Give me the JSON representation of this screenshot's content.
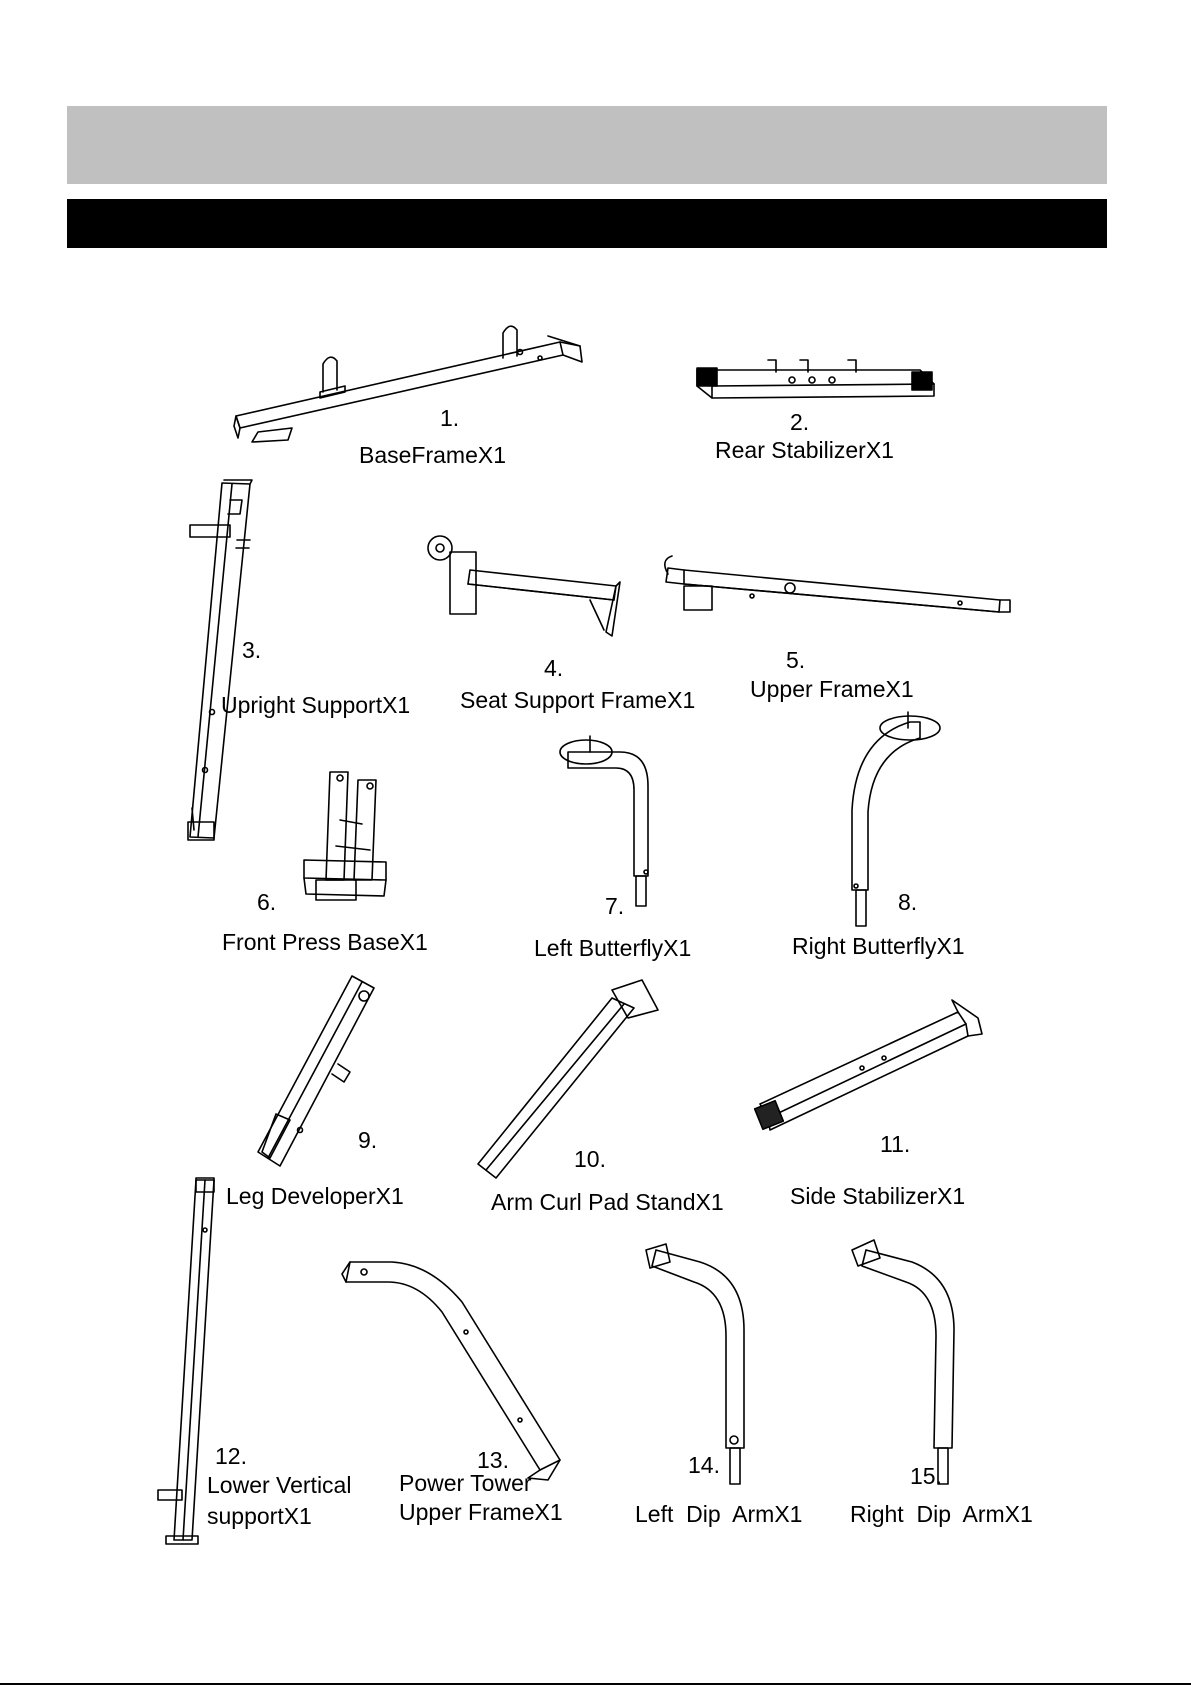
{
  "colors": {
    "header_band": "#c0c0c0",
    "title_bar": "#000000",
    "line": "#000000"
  },
  "parts": [
    {
      "number": "1.",
      "name": [
        "BaseFrameX1"
      ]
    },
    {
      "number": "2.",
      "name": [
        "Rear StabilizerX1"
      ]
    },
    {
      "number": "3.",
      "name": [
        "Upright SupportX1"
      ]
    },
    {
      "number": "4.",
      "name": [
        "Seat Support FrameX1"
      ]
    },
    {
      "number": "5.",
      "name": [
        "Upper FrameX1"
      ]
    },
    {
      "number": "6.",
      "name": [
        "Front Press BaseX1"
      ]
    },
    {
      "number": "7.",
      "name": [
        "Left ButterflyX1"
      ]
    },
    {
      "number": "8.",
      "name": [
        "Right ButterflyX1"
      ]
    },
    {
      "number": "9.",
      "name": [
        "Leg DeveloperX1"
      ]
    },
    {
      "number": "10.",
      "name": [
        "Arm Curl Pad StandX1"
      ]
    },
    {
      "number": "11.",
      "name": [
        "Side StabilizerX1"
      ]
    },
    {
      "number": "12.",
      "name": [
        "Lower Vertical",
        "supportX1"
      ]
    },
    {
      "number": "13.",
      "name": [
        "Power Tower",
        "Upper FrameX1"
      ]
    },
    {
      "number": "14.",
      "name": [
        "Left  Dip  ArmX1"
      ]
    },
    {
      "number": "15.",
      "name": [
        "Right  Dip  ArmX1"
      ]
    }
  ]
}
